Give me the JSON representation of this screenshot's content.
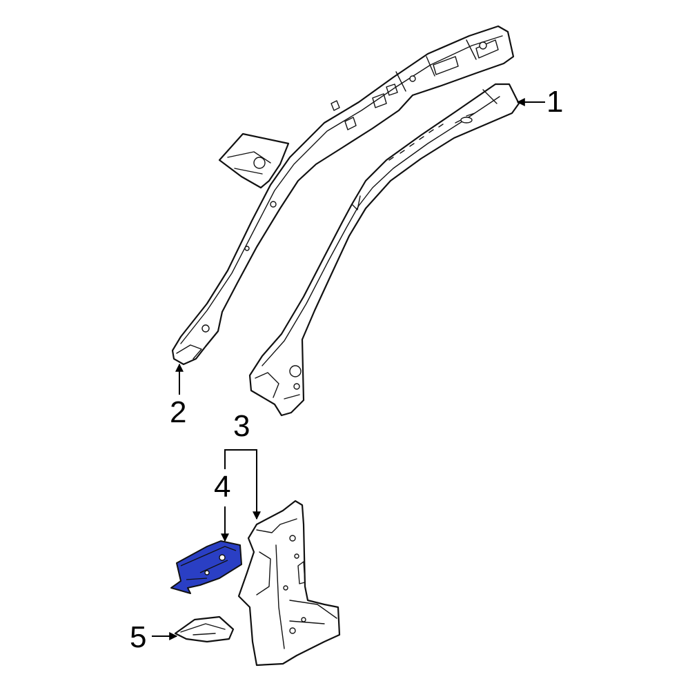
{
  "callouts": [
    {
      "id": "1",
      "label": "1"
    },
    {
      "id": "2",
      "label": "2"
    },
    {
      "id": "3",
      "label": "3"
    },
    {
      "id": "4",
      "label": "4"
    },
    {
      "id": "5",
      "label": "5"
    }
  ],
  "colors": {
    "line": "#111111",
    "background": "#ffffff",
    "highlight": "#2a3fc4"
  }
}
